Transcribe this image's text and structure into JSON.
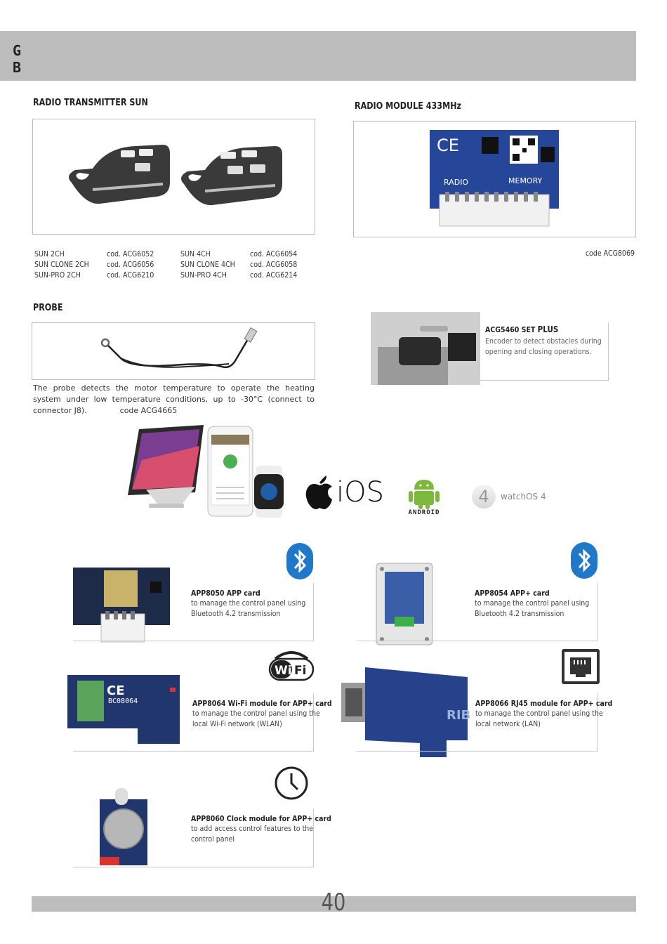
{
  "header": {
    "lang": "G\nB"
  },
  "radio_sun": {
    "title": "RADIO TRANSMITTER SUN",
    "rows": [
      [
        "SUN 2CH",
        "cod. ACG6052",
        "SUN 4CH",
        "cod. ACG6054"
      ],
      [
        "SUN CLONE 2CH",
        "cod. ACG6056",
        "SUN CLONE 4CH",
        "cod. ACG6058"
      ],
      [
        "SUN-PRO 2CH",
        "cod. ACG6210",
        "SUN-PRO 4CH",
        "cod. ACG6214"
      ]
    ]
  },
  "radio_module": {
    "title": "RADIO MODULE 433MHz",
    "code": "code ACG8069",
    "board_labels": {
      "radio": "RADIO",
      "memory": "MEMORY"
    }
  },
  "probe": {
    "title": "PROBE",
    "desc": "The probe detects the motor temperature to operate the heating system under low temperature conditions, up to -30°C (connect to connector J8).",
    "code": "code ACG4665"
  },
  "encoder": {
    "title_prefix": "ACG5460 SET",
    "title_plus": "PLUS",
    "desc": "Encoder to detect obstacles during\nopening and closing operations."
  },
  "platforms": {
    "ios": "iOS",
    "android": "ANDROID",
    "watchos": "watchOS 4",
    "watch_num": "4"
  },
  "cards": [
    {
      "title": "APP8050 APP card",
      "desc": "to manage the control panel using\nBluetooth 4.2 transmission"
    },
    {
      "title": "APP8054 APP+ card",
      "desc": "to manage the control panel using\nBluetooth 4.2 transmission"
    },
    {
      "title": "APP8064 Wi-Fi module for APP+ card",
      "desc": "to manage the control panel using the\nlocal Wi-Fi network (WLAN)"
    },
    {
      "title": "APP8066 RJ45 module for APP+ card",
      "desc": "to manage the control panel using the\nlocal network (LAN)"
    },
    {
      "title": "APP8060 Clock module for APP+ card",
      "desc": "to add access control features to the\ncontrol panel"
    }
  ],
  "icons": {
    "wifi_a": "Wi",
    "wifi_b": "Fi"
  },
  "footer": {
    "page": "40"
  }
}
